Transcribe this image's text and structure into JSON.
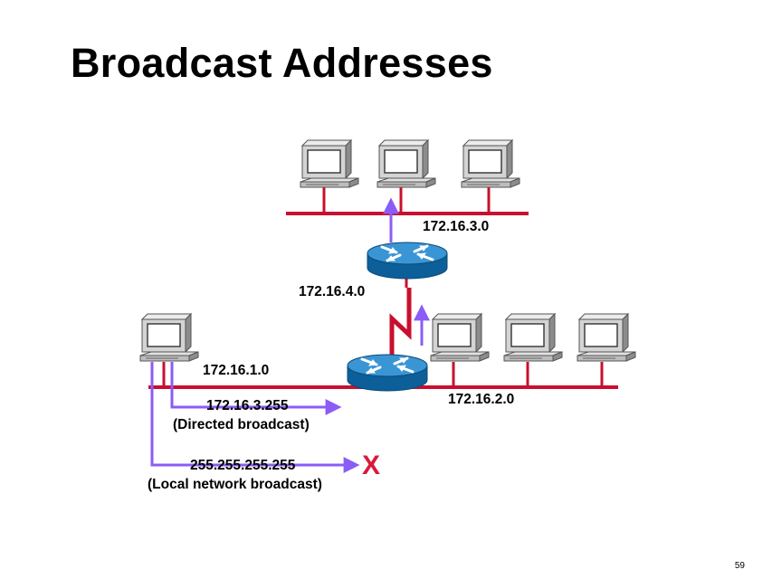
{
  "title": "Broadcast Addresses",
  "networks": {
    "net_3": "172.16.3.0",
    "net_4": "172.16.4.0",
    "net_1": "172.16.1.0",
    "net_2": "172.16.2.0"
  },
  "broadcasts": {
    "directed_address": "172.16.3.255",
    "directed_caption": "(Directed broadcast)",
    "local_address": "255.255.255.255",
    "local_caption": "(Local network broadcast)",
    "blocked_mark": "X"
  },
  "page_number": "59",
  "colors": {
    "lan": "#c8102e",
    "serial_link": "#c8102e",
    "arrow": "#8b5cf6",
    "router": "#1b78b6",
    "blocked": "#d8193c"
  }
}
